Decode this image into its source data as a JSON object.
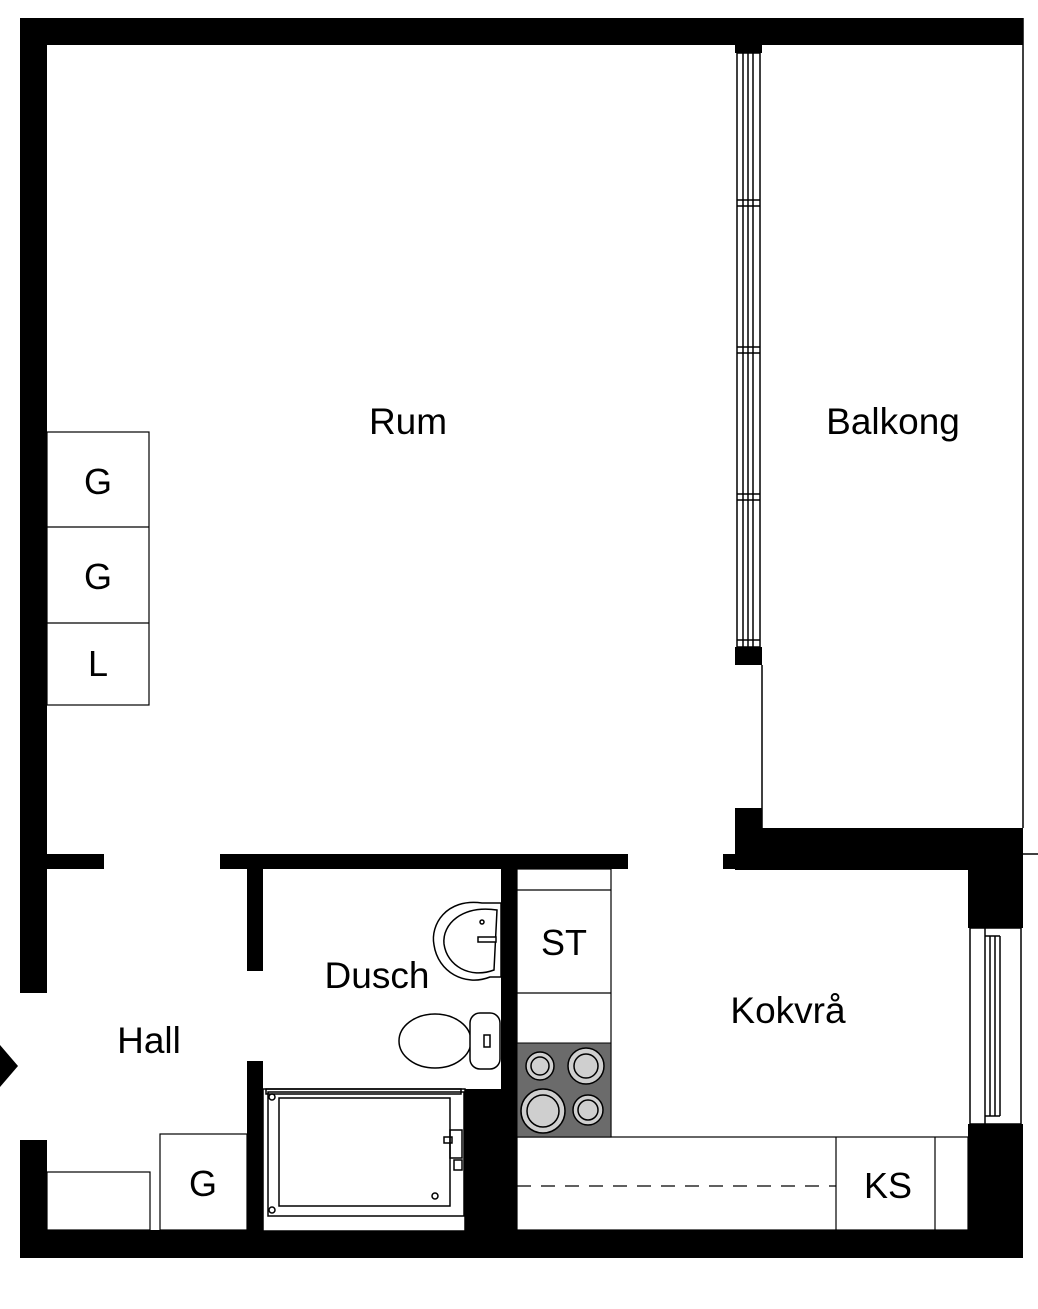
{
  "rooms": {
    "rum": "Rum",
    "balkong": "Balkong",
    "hall": "Hall",
    "dusch": "Dusch",
    "kokvra": "Kokvrå"
  },
  "fixtures": {
    "wardrobe_1": "G",
    "wardrobe_2": "G",
    "linen_closet": "L",
    "hall_wardrobe": "G",
    "dish_cabinet": "ST",
    "fridge_freezer": "KS"
  },
  "colors": {
    "wall": "#000000",
    "background": "#ffffff",
    "stove": "#6b6b6b"
  }
}
